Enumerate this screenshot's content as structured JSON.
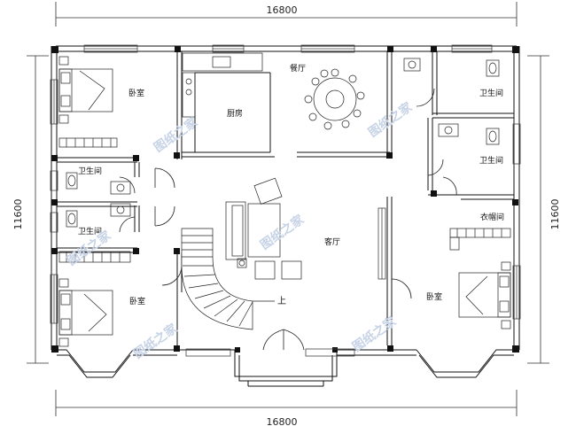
{
  "dimensions": {
    "top_width": "16800",
    "bottom_width": "16800",
    "left_height": "11600",
    "right_height": "11600"
  },
  "rooms": {
    "bedroom_top_left": "卧室",
    "kitchen": "厨房",
    "dining": "餐厅",
    "bath_top_right": "卫生间",
    "bath_right_mid": "卫生间",
    "bath_left_upper": "卫生间",
    "bath_left_lower": "卫生间",
    "living": "客厅",
    "closet": "衣帽间",
    "bedroom_bottom_left": "卧室",
    "bedroom_bottom_right": "卧室"
  },
  "stair_label": "上",
  "watermarks": [
    "图纸之家",
    "图纸之家",
    "图纸之家",
    "图纸之家",
    "图纸之家",
    "图纸之家"
  ]
}
